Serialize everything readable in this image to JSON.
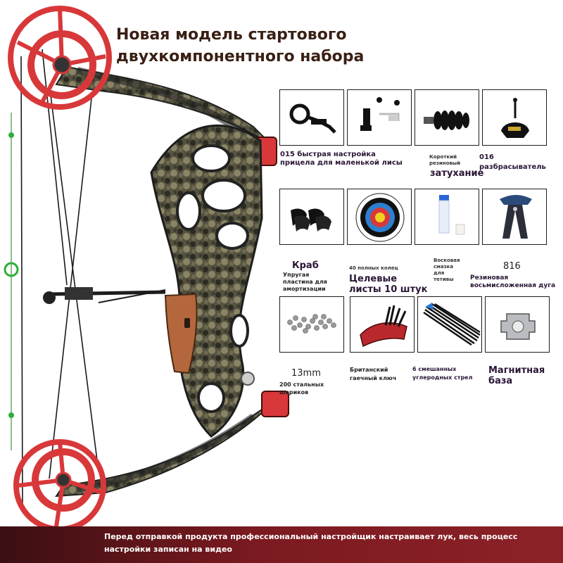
{
  "headline": {
    "line1": "Новая модель стартового",
    "line2": "двухкомпонентного набора"
  },
  "items": [
    {
      "icon": "sight-icon",
      "lines": [
        "015 быстрая настройка",
        "прицела для маленькой лисы"
      ]
    },
    {
      "icon": "arrow-rest-icon",
      "lines": []
    },
    {
      "icon": "stabilizer-damper-icon",
      "lines_small": [
        "Короткий",
        "резиновый"
      ],
      "lines_large": [
        "затухание"
      ]
    },
    {
      "icon": "release-aid-icon",
      "lines": [
        "016",
        "разбрасыватель"
      ]
    },
    {
      "icon": "limb-dampener-icon",
      "lines_large": [
        "Краб"
      ],
      "lines": [
        "Упругая",
        "пластина для",
        "амортизации"
      ]
    },
    {
      "icon": "target-face-icon",
      "lines_small": [
        "40 полных колец"
      ],
      "lines_large": [
        "Целевые",
        "листы 10 штук"
      ]
    },
    {
      "icon": "bowstring-wax-icon",
      "lines_small": [
        "Восковая",
        "смазка",
        "для",
        "тетивы"
      ]
    },
    {
      "icon": "bow-stand-icon",
      "lines_thin": [
        "816"
      ],
      "lines": [
        "Резиновая",
        "восьмисложенная дуга"
      ]
    },
    {
      "icon": "steel-balls-icon",
      "lines_thin": [
        "13mm"
      ],
      "lines": [
        "200 стальных",
        "шариков"
      ]
    },
    {
      "icon": "hex-wrench-icon",
      "lines": [
        "Британский",
        "гаечный ключ"
      ]
    },
    {
      "icon": "carbon-arrows-icon",
      "lines": [
        "6 смешанных",
        "углеродных стрел"
      ]
    },
    {
      "icon": "magnetic-base-icon",
      "lines_large": [
        "Магнитная",
        "база"
      ]
    }
  ],
  "footer": {
    "text": "Перед отправкой продукта профессиональный настройщик настраивает лук, весь процесс настройки записан на видео"
  },
  "colors": {
    "cam_red": "#d8383a",
    "camo_dark": "#3b3a2e",
    "grip_wood": "#b4673c",
    "footer_bg": "#7a1a20",
    "headline": "#3a1f14"
  }
}
